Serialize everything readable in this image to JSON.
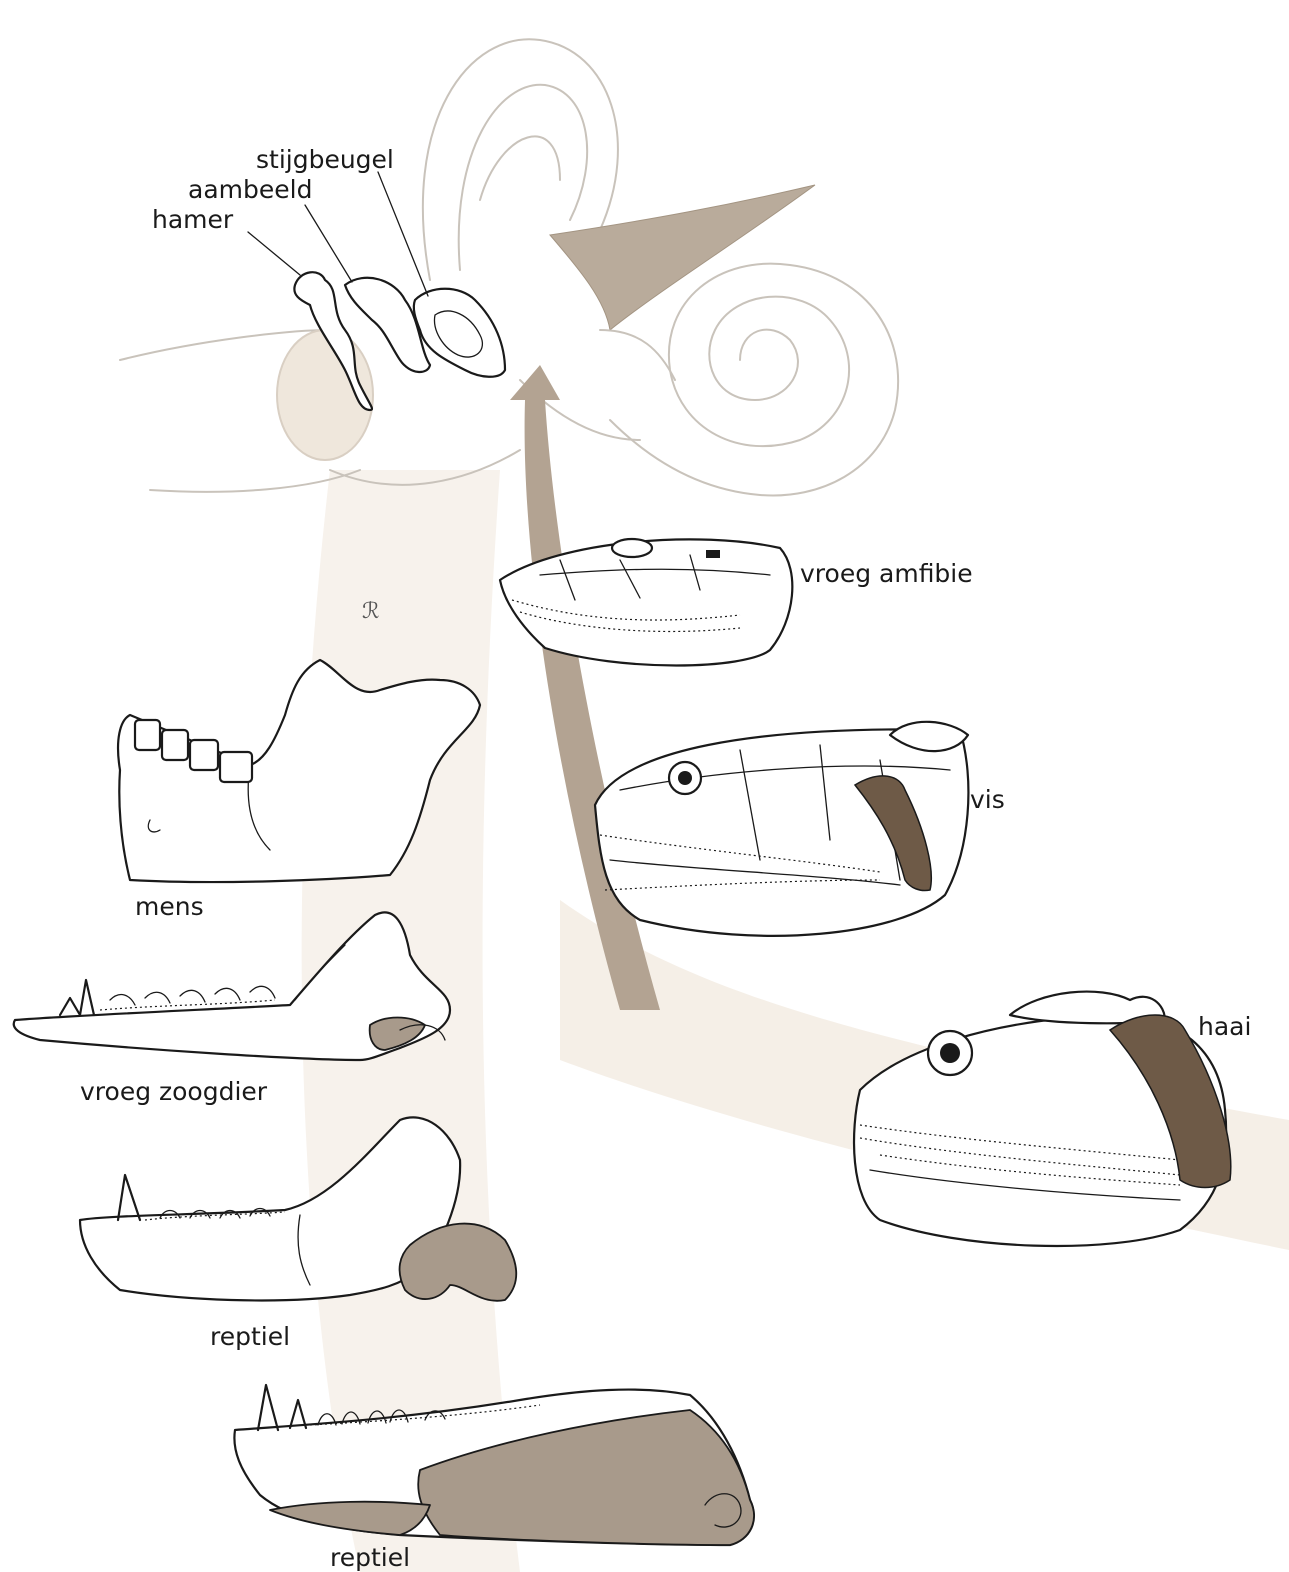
{
  "labels": {
    "stirrup": "stijgbeugel",
    "anvil": "aambeeld",
    "hammer": "hamer",
    "early_amphibian": "vroeg amfibie",
    "fish": "vis",
    "shark": "haai",
    "human": "mens",
    "early_mammal": "vroeg zoogdier",
    "reptile_1": "reptiel",
    "reptile_2": "reptiel"
  },
  "colors": {
    "highlight_bone": "#a89a8b",
    "dark_bone": "#6e5a47",
    "arrow": "#b3a392",
    "faint_outline": "#c9c3bb",
    "background_band": "#f4eee6"
  }
}
